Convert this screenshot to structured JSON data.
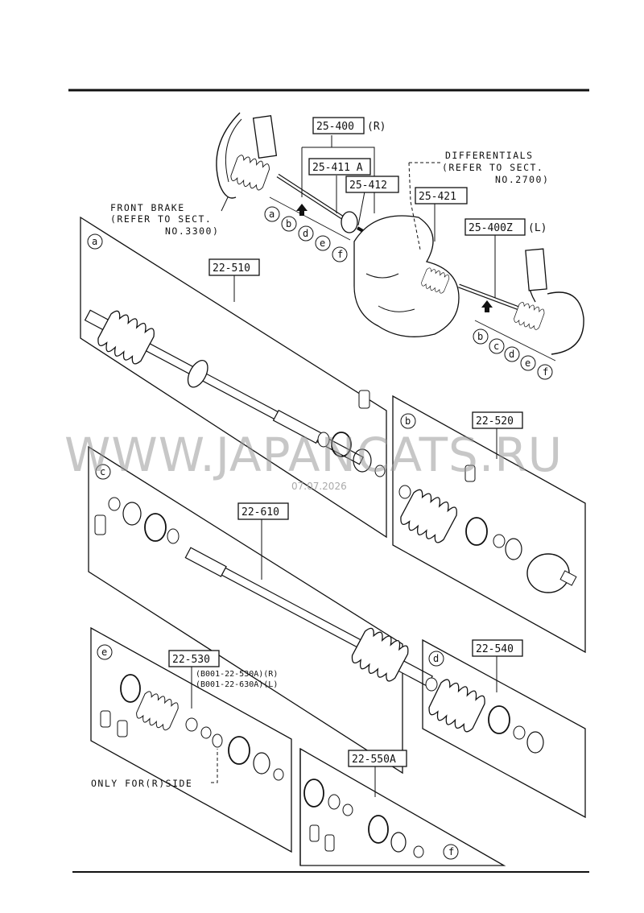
{
  "diagram": {
    "watermark": "WWW.JAPANCATS.RU",
    "watermark_date": "07.07.2026",
    "parts": {
      "p25_400": "25-400",
      "p25_400_side": "(R)",
      "p25_411A": "25-411 A",
      "p25_412": "25-412",
      "p25_421": "25-421",
      "p25_400Z": "25-400Z",
      "p25_400Z_side": "(L)",
      "p22_510": "22-510",
      "p22_520": "22-520",
      "p22_610": "22-610",
      "p22_530": "22-530",
      "p22_540": "22-540",
      "p22_550A": "22-550A"
    },
    "notes": {
      "front_brake_1": "FRONT BRAKE",
      "front_brake_2": "(REFER TO SECT.",
      "front_brake_3": "NO.3300)",
      "diff_1": "DIFFERENTIALS",
      "diff_2": "(REFER TO SECT.",
      "diff_3": "NO.2700)",
      "p530_alt_r": "(B001-22-530A)(R)",
      "p530_alt_l": "(B001-22-630A)(L)",
      "only_r": "ONLY FOR(R)SIDE"
    },
    "circles": {
      "a": "a",
      "b": "b",
      "c": "c",
      "d": "d",
      "e": "e",
      "f": "f"
    }
  }
}
